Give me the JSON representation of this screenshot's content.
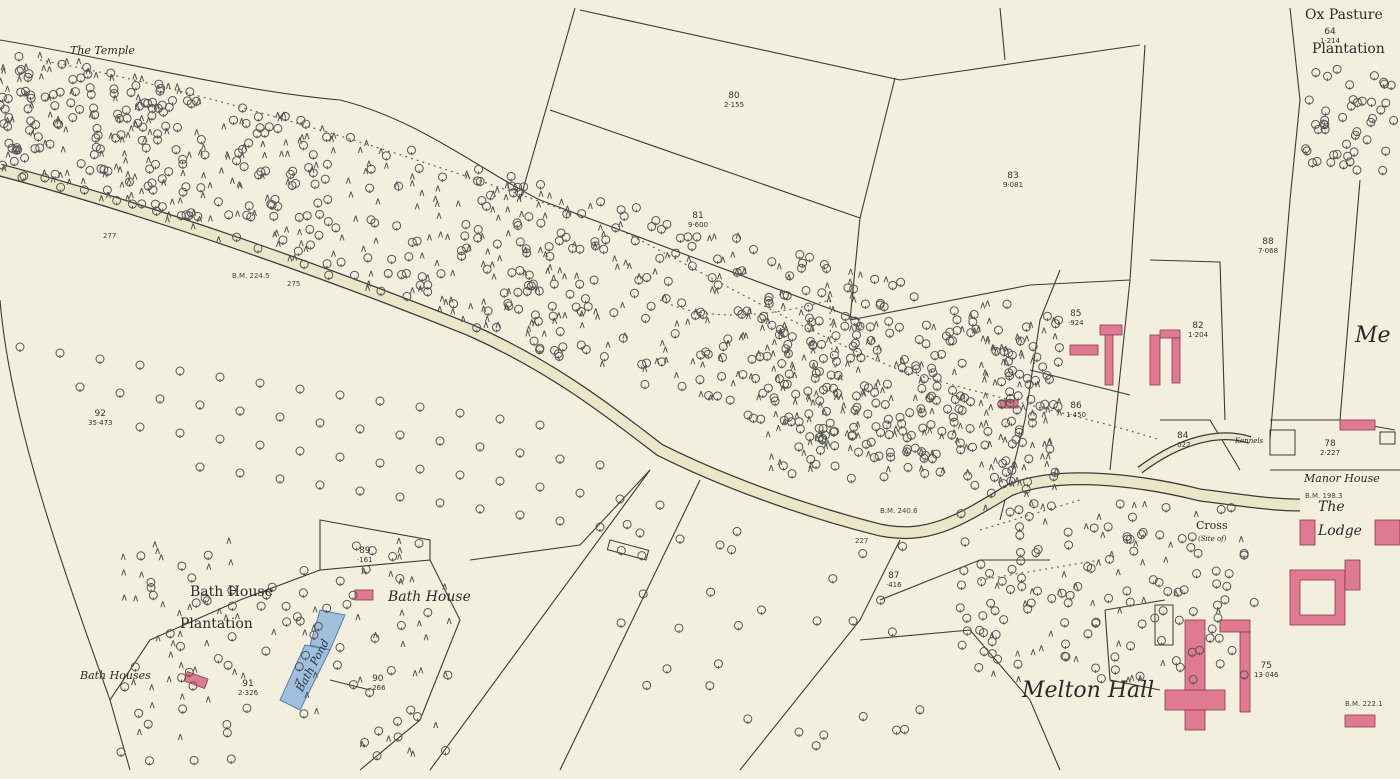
{
  "map": {
    "colors": {
      "paper": "#f3efdf",
      "road": "#ebe6c8",
      "line": "#3a3a3a",
      "building": "#e07a92",
      "water": "#9fbfdc"
    },
    "places": {
      "the_temple": "The Temple",
      "ox_pasture": "Ox Pasture",
      "plantation_ne": "Plantation",
      "bath_house_1": "Bath House",
      "bath_house_2": "Bath House",
      "bath_house_plantation": "Plantation",
      "bath_houses": "Bath Houses",
      "bath_pond": "Bath Pond",
      "melton_hall": "Melton Hall",
      "manor_house": "Manor House",
      "the": "The",
      "lodge": "Lodge",
      "cross": "Cross",
      "cross_site": "(Site of)",
      "me": "Me",
      "kennels": "Kennels"
    },
    "parcels": [
      {
        "num": "64",
        "area": "1·214"
      },
      {
        "num": "80",
        "area": "2·155"
      },
      {
        "num": "81",
        "area": "9·600"
      },
      {
        "num": "83",
        "area": "9·081"
      },
      {
        "num": "88",
        "area": "7·068"
      },
      {
        "num": "85",
        "area": "·924"
      },
      {
        "num": "82",
        "area": "1·204"
      },
      {
        "num": "86",
        "area": "1·450"
      },
      {
        "num": "84",
        "area": "·022"
      },
      {
        "num": "78",
        "area": "2·227"
      },
      {
        "num": "92",
        "area": "35·473"
      },
      {
        "num": "89",
        "area": "·161"
      },
      {
        "num": "91",
        "area": "2·326"
      },
      {
        "num": "90",
        "area": "·266"
      },
      {
        "num": "87",
        "area": "·416"
      },
      {
        "num": "75",
        "area": "13·046"
      }
    ],
    "benchmarks": [
      "277",
      "B.M. 224.5",
      "275",
      "B.M. 240.6",
      "B.M. 198.3",
      "B.M. 222.1",
      "227"
    ]
  }
}
